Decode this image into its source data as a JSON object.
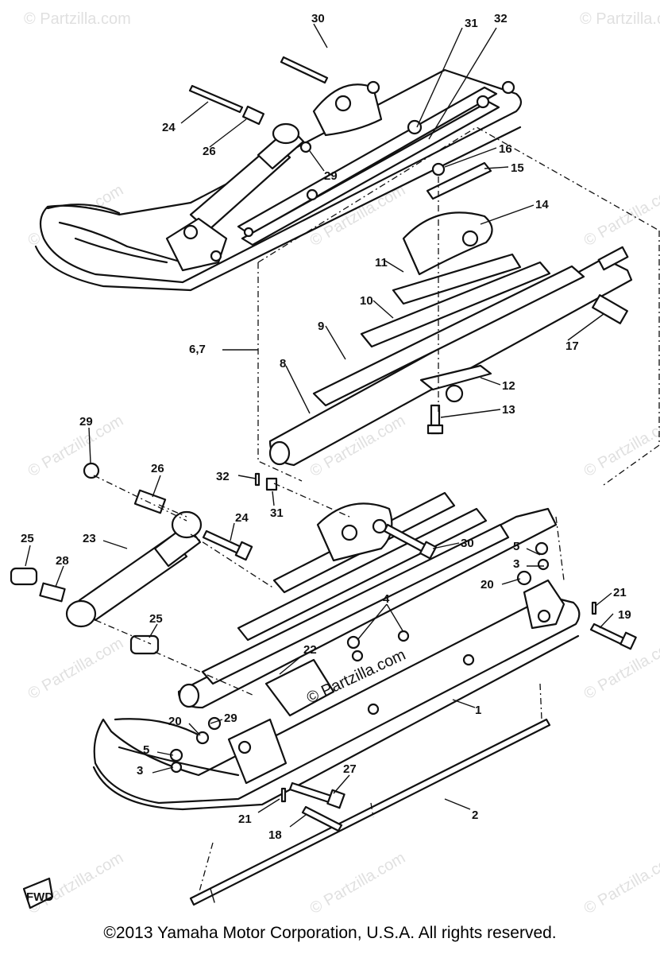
{
  "diagram": {
    "callouts": [
      "1",
      "2",
      "3",
      "3",
      "4",
      "5",
      "5",
      "6,7",
      "8",
      "9",
      "10",
      "11",
      "12",
      "13",
      "14",
      "15",
      "16",
      "17",
      "18",
      "19",
      "20",
      "20",
      "21",
      "21",
      "22",
      "23",
      "24",
      "24",
      "25",
      "25",
      "26",
      "26",
      "27",
      "28",
      "29",
      "29",
      "29",
      "30",
      "30",
      "31",
      "31",
      "32",
      "32"
    ],
    "fwd_label": "FWD",
    "watermark": "© Partzilla.com"
  },
  "footer": {
    "copyright": "©2013  Yamaha Motor Corporation, U.S.A. All rights reserved."
  }
}
